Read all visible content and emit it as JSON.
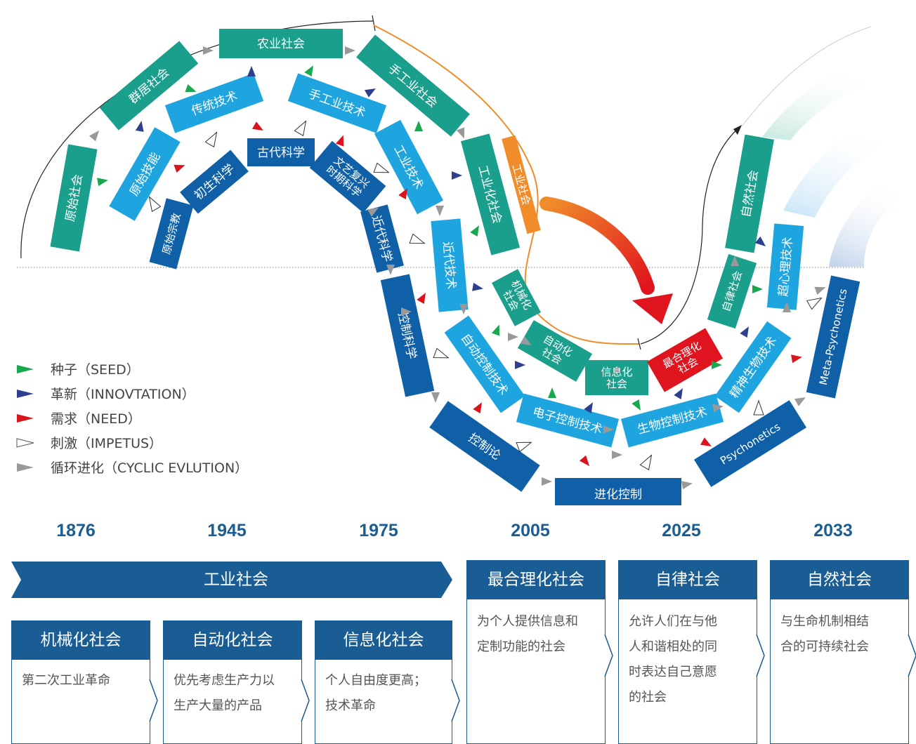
{
  "rings": {
    "r1": [
      "原始社会",
      "群居社会",
      "农业社会",
      "手工业社会",
      "工业化社会",
      "机械化\n社会",
      "自动化\n社会",
      "信息化\n社会",
      "最合理化\n社会",
      "自律社会",
      "自然社会"
    ],
    "r2": [
      "原始技能",
      "传统技术",
      "手工业技术",
      "工业技术",
      "近代技术",
      "自动控制技术",
      "电子控制技术",
      "生物控制技术",
      "精神生物技术",
      "超心理技术"
    ],
    "r3": [
      "原始宗教",
      "初生科学",
      "古代科学",
      "文艺复兴\n时期科学",
      "近代科学",
      "控制科学",
      "控制论",
      "进化控制",
      "Psychonetics",
      "Meta-Psychonetics"
    ]
  },
  "industrial_label": "工业社会",
  "legend": [
    {
      "label": "种子（SEED）",
      "color": "#1aa84f",
      "shape": "filled"
    },
    {
      "label": "革新（INNOVTATION）",
      "color": "#2f3f8f",
      "shape": "filled"
    },
    {
      "label": "需求（NEED）",
      "color": "#d9141c",
      "shape": "filled"
    },
    {
      "label": "刺激（IMPETUS）",
      "color": "#555555",
      "shape": "outline"
    },
    {
      "label": "循环进化（CYCLIC EVLUTION）",
      "color": "#999999",
      "shape": "filled"
    }
  ],
  "years": [
    "1876",
    "1945",
    "1975",
    "2005",
    "2025",
    "2033"
  ],
  "banner": "工业社会",
  "cards": [
    {
      "title": "机械化社会",
      "body": [
        "第二次工业革命"
      ]
    },
    {
      "title": "自动化社会",
      "body": [
        "优先考虑生产力以",
        "生产大量的产品"
      ]
    },
    {
      "title": "信息化社会",
      "body": [
        "个人自由度更高；",
        "技术革命"
      ]
    },
    {
      "title": "最合理化社会",
      "body": [
        "为个人提供信息和",
        "定制功能的社会"
      ]
    },
    {
      "title": "自律社会",
      "body": [
        "允许人们在与他",
        "人和谐相处的同",
        "时表达自己意愿",
        "的社会"
      ]
    },
    {
      "title": "自然社会",
      "body": [
        "与生命机制相结",
        "合的可持续社会"
      ]
    }
  ],
  "colors": {
    "teal": "#1a9f8c",
    "sky": "#1ea5e0",
    "navy": "#1060a8",
    "red": "#e0141e",
    "orange": "#f08c2a",
    "dark": "#1a5d94"
  }
}
